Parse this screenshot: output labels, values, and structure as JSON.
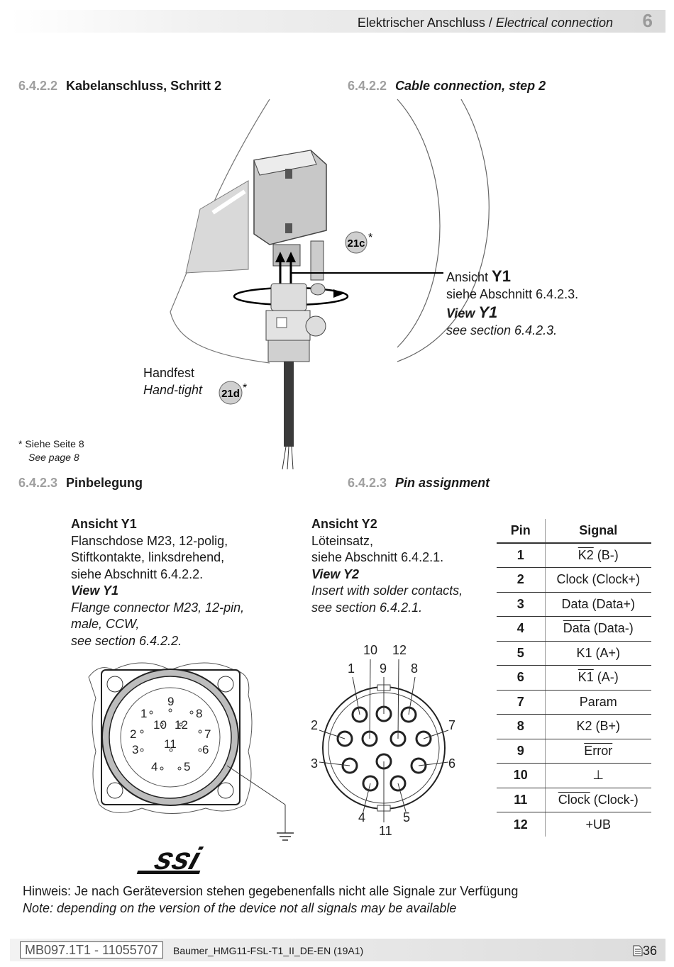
{
  "header": {
    "title_de": "Elektrischer Anschluss /",
    "title_en": "Electrical connection",
    "chapter": "6"
  },
  "section_cable": {
    "num": "6.4.2.2",
    "title_de": "Kabelanschluss, Schritt 2",
    "title_en": "Cable connection, step 2"
  },
  "figure_cable": {
    "label_21c": "21c",
    "label_21d": "21d",
    "asterisk": "*",
    "view_de_prefix": "Ansicht",
    "view_de_id": "Y1",
    "view_de_ref": "siehe Abschnitt 6.4.2.3.",
    "view_en_prefix": "View",
    "view_en_id": "Y1",
    "view_en_ref": "see section 6.4.2.3.",
    "handtight_de": "Handfest",
    "handtight_en": "Hand-tight"
  },
  "footnote": {
    "line_de": "*  Siehe Seite 8",
    "line_en": "See page 8"
  },
  "section_pins": {
    "num": "6.4.2.3",
    "title_de": "Pinbelegung",
    "title_en": "Pin assignment"
  },
  "view_y1": {
    "title_de": "Ansicht Y1",
    "line1": "Flanschdose M23, 12-polig,",
    "line2": "Stiftkontakte, linksdrehend,",
    "line3": "siehe Abschnitt 6.4.2.2.",
    "title_en": "View Y1",
    "line4": "Flange connector M23, 12-pin,",
    "line5": "male, CCW,",
    "line6": "see section 6.4.2.2."
  },
  "view_y2": {
    "title_de": "Ansicht Y2",
    "line1": "Löteinsatz,",
    "line2": "siehe Abschnitt 6.4.2.1.",
    "title_en": "View Y2",
    "line3": "Insert with solder contacts,",
    "line4": "see section 6.4.2.1."
  },
  "pin_numbers": [
    "1",
    "2",
    "3",
    "4",
    "5",
    "6",
    "7",
    "8",
    "9",
    "10",
    "11",
    "12"
  ],
  "pin_table": {
    "col_pin": "Pin",
    "col_signal": "Signal",
    "rows": [
      {
        "pin": "1",
        "signal_ov": "K2",
        "signal_rest": " (B-)"
      },
      {
        "pin": "2",
        "signal_ov": "",
        "signal_rest": "Clock (Clock+)"
      },
      {
        "pin": "3",
        "signal_ov": "",
        "signal_rest": "Data (Data+)"
      },
      {
        "pin": "4",
        "signal_ov": "Data",
        "signal_rest": " (Data-)"
      },
      {
        "pin": "5",
        "signal_ov": "",
        "signal_rest": "K1 (A+)"
      },
      {
        "pin": "6",
        "signal_ov": "K1",
        "signal_rest": " (A-)"
      },
      {
        "pin": "7",
        "signal_ov": "",
        "signal_rest": "Param"
      },
      {
        "pin": "8",
        "signal_ov": "",
        "signal_rest": "K2 (B+)"
      },
      {
        "pin": "9",
        "signal_ov": "Error",
        "signal_rest": ""
      },
      {
        "pin": "10",
        "signal_ov": "",
        "signal_rest": "⊥"
      },
      {
        "pin": "11",
        "signal_ov": "Clock",
        "signal_rest": " (Clock-)"
      },
      {
        "pin": "12",
        "signal_ov": "",
        "signal_rest": "+UB"
      }
    ]
  },
  "logo": "ssi",
  "note": {
    "de": "Hinweis: Je nach Geräteversion stehen gegebenenfalls nicht alle Signale zur Verfügung",
    "en": "Note: depending on the version of the device not all signals may be available"
  },
  "footer": {
    "doc_id": "MB097.1T1 - 11055707",
    "file": "Baumer_HMG11-FSL-T1_II_DE-EN (19A1)",
    "page": "36",
    "page_icon": "document-icon"
  }
}
